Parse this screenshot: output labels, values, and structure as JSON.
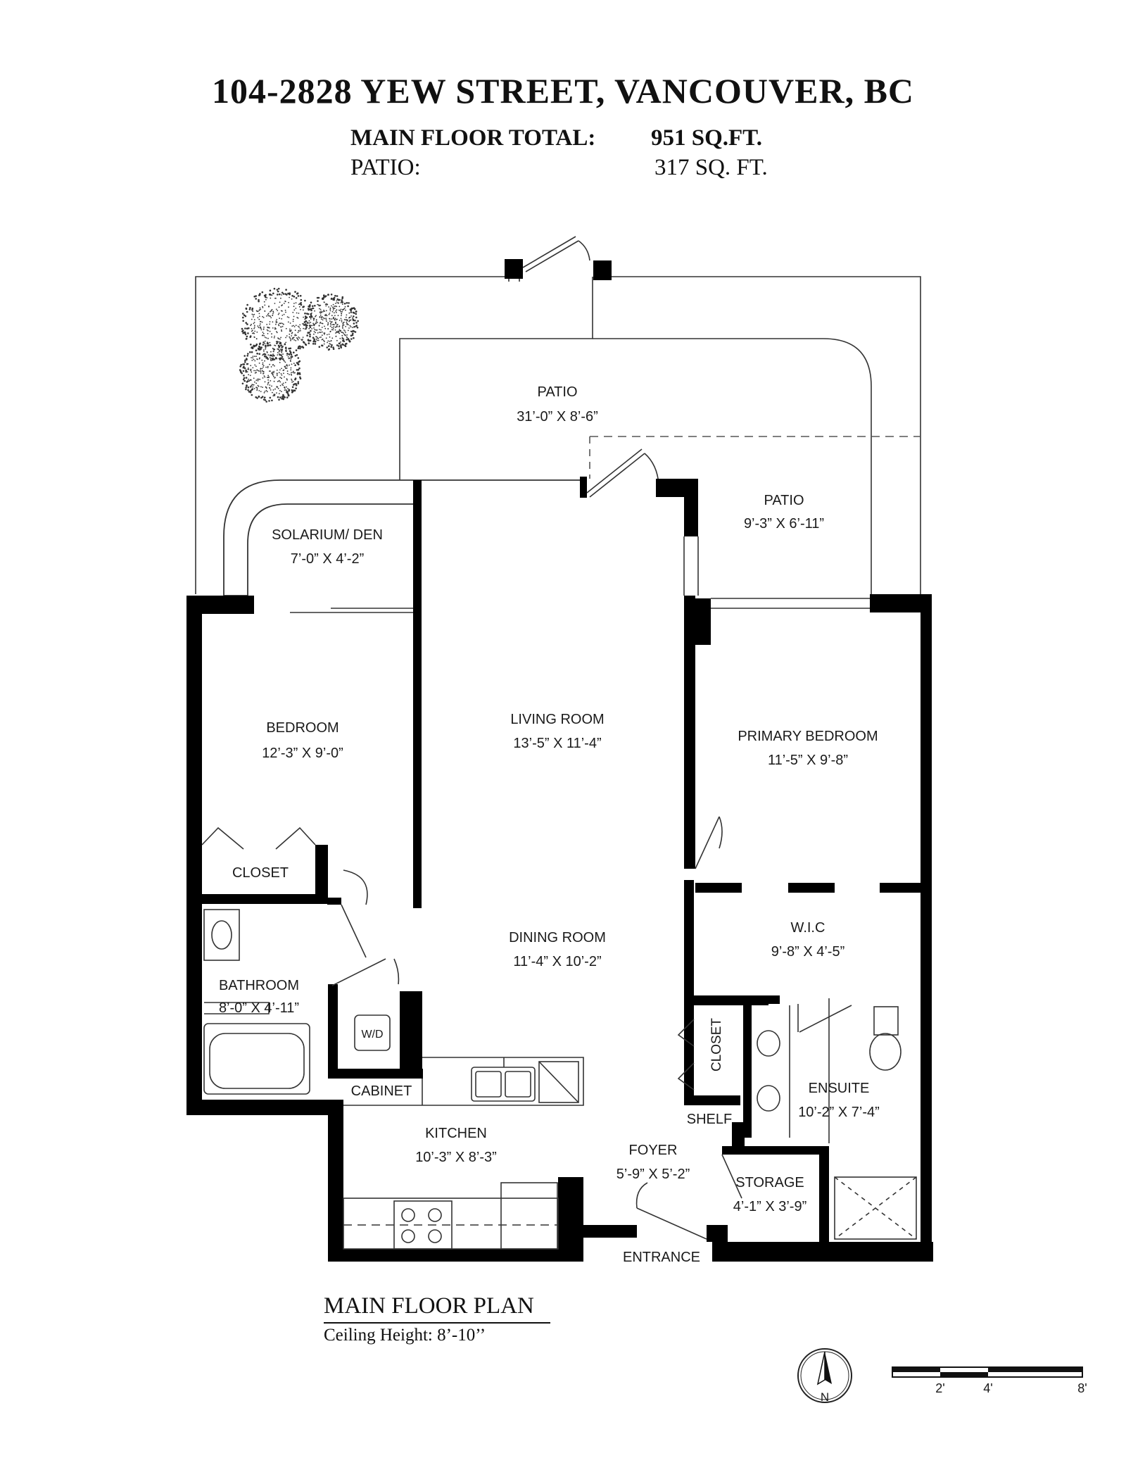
{
  "header": {
    "address": "104-2828 YEW STREET, VANCOUVER, BC",
    "main_floor_label": "MAIN FLOOR TOTAL:",
    "main_floor_value": "951 SQ.FT.",
    "patio_label": "PATIO:",
    "patio_value": "317 SQ. FT."
  },
  "rooms": {
    "patio_main": {
      "name": "PATIO",
      "dims": "31’-0” X 8’-6”"
    },
    "patio_side": {
      "name": "PATIO",
      "dims": "9’-3” X 6’-11”"
    },
    "solarium": {
      "name": "SOLARIUM/ DEN",
      "dims": "7’-0” X 4’-2”"
    },
    "bedroom": {
      "name": "BEDROOM",
      "dims": "12’-3” X 9’-0”"
    },
    "living": {
      "name": "LIVING ROOM",
      "dims": "13’-5” X 11’-4”"
    },
    "primary": {
      "name": "PRIMARY BEDROOM",
      "dims": "11’-5” X 9’-8”"
    },
    "closet_bed": {
      "name": "CLOSET"
    },
    "dining": {
      "name": "DINING ROOM",
      "dims": "11’-4” X 10’-2”"
    },
    "wic": {
      "name": "W.I.C",
      "dims": "9’-8” X 4’-5”"
    },
    "bathroom": {
      "name": "BATHROOM",
      "dims": "8’-0” X 4’-11”"
    },
    "wd": {
      "name": "W/D"
    },
    "closet_foyer": {
      "name": "CLOSET"
    },
    "ensuite": {
      "name": "ENSUITE",
      "dims": "10’-2” X 7’-4”"
    },
    "cabinet": {
      "name": "CABINET"
    },
    "shelf": {
      "name": "SHELF"
    },
    "kitchen": {
      "name": "KITCHEN",
      "dims": "10’-3” X 8’-3”"
    },
    "foyer": {
      "name": "FOYER",
      "dims": "5’-9” X 5’-2”"
    },
    "storage": {
      "name": "STORAGE",
      "dims": "4’-1” X 3’-9”"
    },
    "entrance": {
      "name": "ENTRANCE"
    }
  },
  "footer": {
    "plan_title": "MAIN FLOOR PLAN",
    "ceiling": "Ceiling Height: 8’-10’’"
  },
  "compass": {
    "label": "N"
  },
  "scale": {
    "labels": [
      "2'",
      "4'",
      "8'"
    ]
  }
}
